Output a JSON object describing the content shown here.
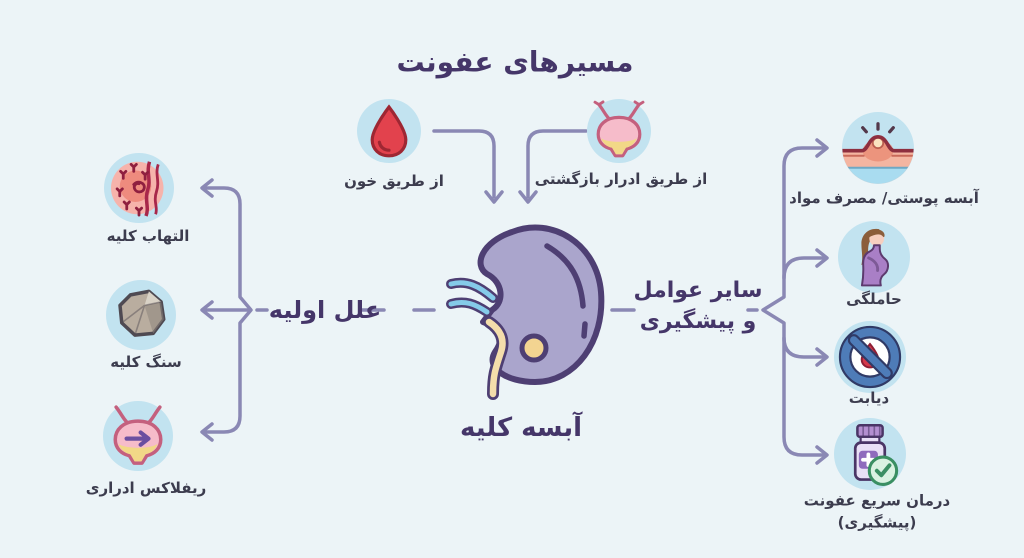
{
  "title": "مسیرهای عفونت",
  "center_label": "آبسه کلیه",
  "infection_routes": {
    "items": [
      {
        "label": "از طریق خون",
        "icon": "blood-drop-icon"
      },
      {
        "label": "از طریق ادرار بازگشتی",
        "icon": "bladder-icon"
      }
    ]
  },
  "primary_causes": {
    "heading": "علل اولیه",
    "items": [
      {
        "label": "التهاب کلیه",
        "icon": "kidney-inflammation-icon"
      },
      {
        "label": "سنگ کلیه",
        "icon": "kidney-stone-icon"
      },
      {
        "label": "ریفلاکس ادراری",
        "icon": "urinary-reflux-icon"
      }
    ]
  },
  "other_factors": {
    "heading_line1": "سایر عوامل",
    "heading_line2": "و پیشگیری",
    "items": [
      {
        "label": "آبسه پوستی/ مصرف مواد",
        "icon": "skin-abscess-icon"
      },
      {
        "label": "حاملگی",
        "icon": "pregnancy-icon"
      },
      {
        "label": "دیابت",
        "icon": "diabetes-icon"
      },
      {
        "label_line1": "درمان سریع عفونت",
        "label_line2": "(پیشگیری)",
        "icon": "medicine-bottle-icon"
      }
    ]
  },
  "colors": {
    "background": "#ecf4f7",
    "heading_purple": "#453669",
    "label_dark": "#3c3c4e",
    "connector": "#8a88b4",
    "icon_circle_bg": "#c2e3f0",
    "kidney_body": "#aaa5cc",
    "abscess_yellow": "#f3d491"
  }
}
